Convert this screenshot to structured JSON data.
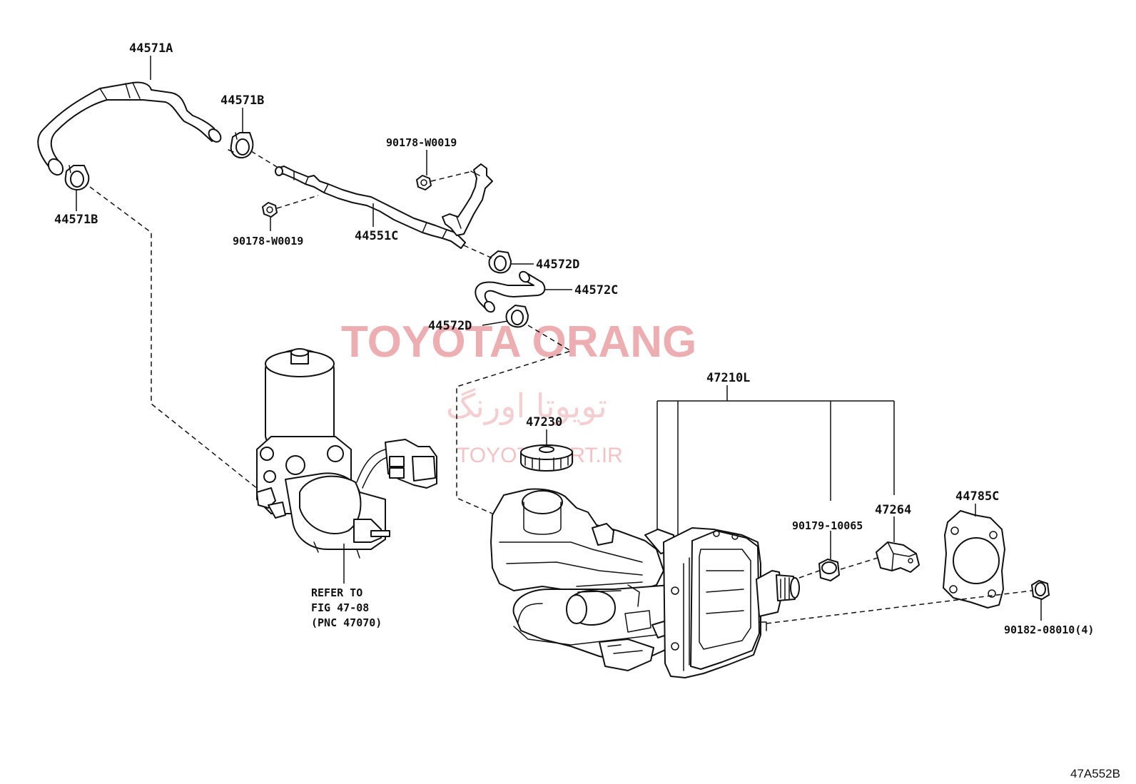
{
  "labels": {
    "hose_top": "44571A",
    "clamp_upper": "44571B",
    "clamp_left": "44571B",
    "bolt_top": "90178-W0019",
    "bolt_mid": "90178-W0019",
    "pipe": "44551C",
    "clamp_hose_upper": "44572D",
    "hose_small": "44572C",
    "clamp_hose_lower": "44572D",
    "master_cyl": "47210L",
    "reservoir_cap": "47230",
    "nut_booster": "90179-10065",
    "bracket": "47264",
    "gasket": "44785C",
    "bolt_gasket": "90182-08010(4)"
  },
  "reference": {
    "line1": "REFER TO",
    "line2": "FIG 47-08",
    "line3": "(PNC 47070)"
  },
  "watermark": {
    "brand": "TOYOTA ORANG",
    "persian": "تویوتا اورنگ",
    "site": "TOYOTAPART.IR"
  },
  "diagram_code": "47A552B",
  "colors": {
    "watermark_main": "#e9a0a4",
    "watermark_light": "#f2c3c5",
    "line": "#111111"
  }
}
